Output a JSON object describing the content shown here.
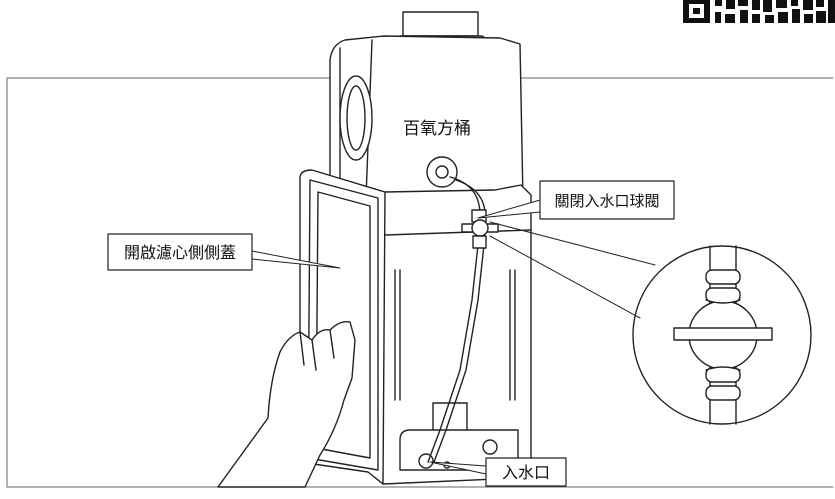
{
  "labels": {
    "tank": "百氧方桶",
    "valve": "關閉入水口球閥",
    "side_cover": "開啟濾心側側蓋",
    "inlet": "入水口"
  }
}
